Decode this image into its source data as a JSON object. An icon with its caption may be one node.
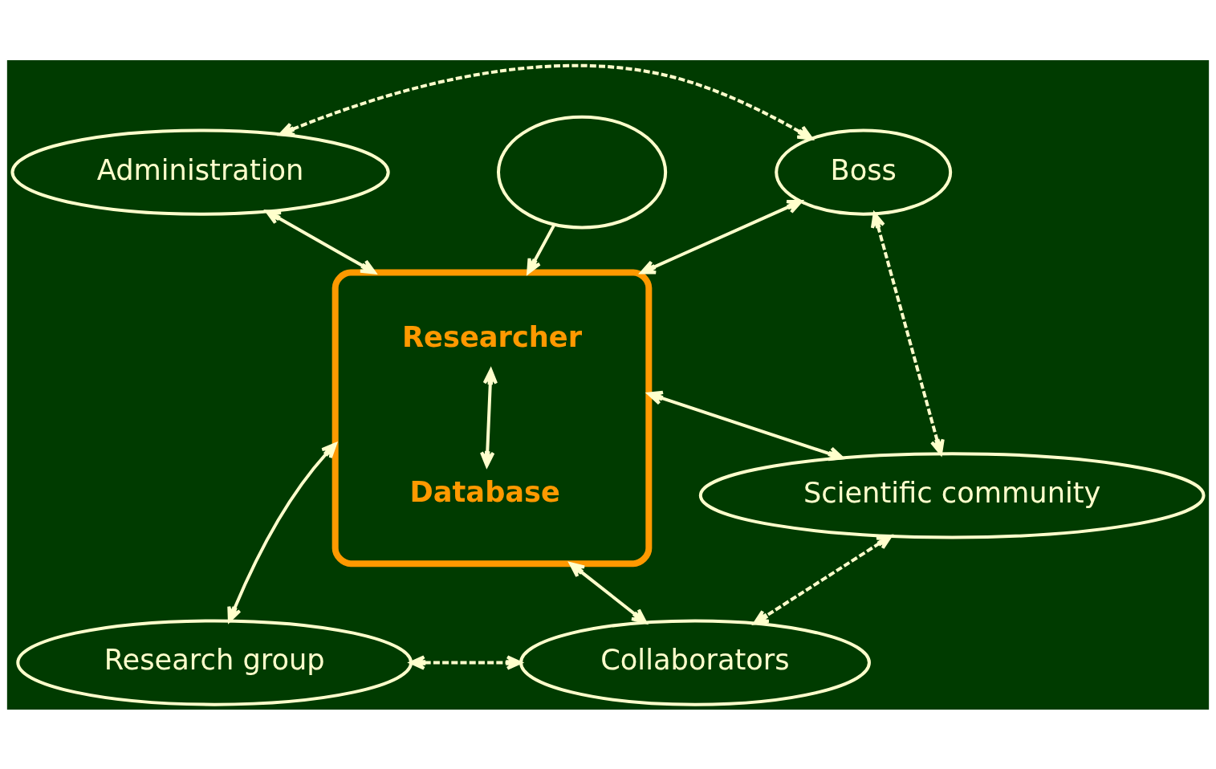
{
  "diagram": {
    "nodes": [
      {
        "text": [
          "Administration"
        ]
      },
      {
        "text": [
          "Boss"
        ]
      },
      {
        "text": [],
        "shape": "box"
      },
      {
        "text": [
          "Researcher"
        ],
        "in": 2
      },
      {
        "text": [
          "Database"
        ],
        "in": 2
      },
      {
        "text": [],
        "shape": "ellipse"
      },
      {
        "text": [
          "Scientific community"
        ]
      },
      {
        "text": [
          "Research group"
        ]
      },
      {
        "text": [
          "Collaborators"
        ]
      }
    ],
    "edges": [
      {
        "from": 0,
        "to": 1,
        "arrow": "both",
        "style": "dashed"
      },
      {
        "from": 0,
        "to": 2,
        "arrow": "both"
      },
      {
        "from": 1,
        "to": 2,
        "arrow": "both"
      },
      {
        "from": 1,
        "to": 6,
        "arrow": "both",
        "style": "dashed"
      },
      {
        "from": 3,
        "to": 4,
        "arrow": "both"
      },
      {
        "from": 5,
        "to": 2,
        "arrow": "to"
      },
      {
        "from": 2,
        "to": 6,
        "arrow": "both"
      },
      {
        "from": 7,
        "to": 2,
        "arrow": "both"
      },
      {
        "from": 2,
        "to": 8,
        "arrow": "both"
      },
      {
        "from": 6,
        "to": 8,
        "arrow": "both",
        "style": "dashed"
      },
      {
        "from": 7,
        "to": 8,
        "arrow": "both",
        "style": "dashed"
      }
    ]
  }
}
